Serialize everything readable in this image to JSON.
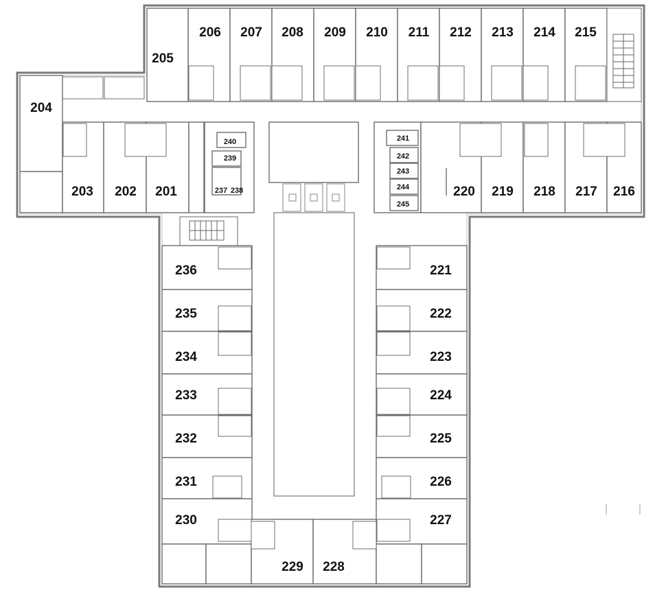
{
  "floor_plan": {
    "rooms": [
      {
        "id": "r206",
        "label": "206"
      },
      {
        "id": "r207",
        "label": "207"
      },
      {
        "id": "r208",
        "label": "208"
      },
      {
        "id": "r209",
        "label": "209"
      },
      {
        "id": "r210",
        "label": "210"
      },
      {
        "id": "r211",
        "label": "211"
      },
      {
        "id": "r212",
        "label": "212"
      },
      {
        "id": "r213",
        "label": "213"
      },
      {
        "id": "r214",
        "label": "214"
      },
      {
        "id": "r215",
        "label": "215"
      },
      {
        "id": "r205",
        "label": "205"
      },
      {
        "id": "r204",
        "label": "204"
      },
      {
        "id": "r203",
        "label": "203"
      },
      {
        "id": "r202",
        "label": "202"
      },
      {
        "id": "r201",
        "label": "201"
      },
      {
        "id": "r220",
        "label": "220"
      },
      {
        "id": "r219",
        "label": "219"
      },
      {
        "id": "r218",
        "label": "218"
      },
      {
        "id": "r217",
        "label": "217"
      },
      {
        "id": "r216",
        "label": "216"
      },
      {
        "id": "r240",
        "label": "240"
      },
      {
        "id": "r239",
        "label": "239"
      },
      {
        "id": "r237",
        "label": "237"
      },
      {
        "id": "r238",
        "label": "238"
      },
      {
        "id": "r241",
        "label": "241"
      },
      {
        "id": "r242",
        "label": "242"
      },
      {
        "id": "r243",
        "label": "243"
      },
      {
        "id": "r244",
        "label": "244"
      },
      {
        "id": "r245",
        "label": "245"
      },
      {
        "id": "r236",
        "label": "236"
      },
      {
        "id": "r235",
        "label": "235"
      },
      {
        "id": "r234",
        "label": "234"
      },
      {
        "id": "r233",
        "label": "233"
      },
      {
        "id": "r232",
        "label": "232"
      },
      {
        "id": "r231",
        "label": "231"
      },
      {
        "id": "r230",
        "label": "230"
      },
      {
        "id": "r221",
        "label": "221"
      },
      {
        "id": "r222",
        "label": "222"
      },
      {
        "id": "r223",
        "label": "223"
      },
      {
        "id": "r224",
        "label": "224"
      },
      {
        "id": "r225",
        "label": "225"
      },
      {
        "id": "r226",
        "label": "226"
      },
      {
        "id": "r227",
        "label": "227"
      },
      {
        "id": "r229",
        "label": "229"
      },
      {
        "id": "r228",
        "label": "228"
      }
    ]
  }
}
